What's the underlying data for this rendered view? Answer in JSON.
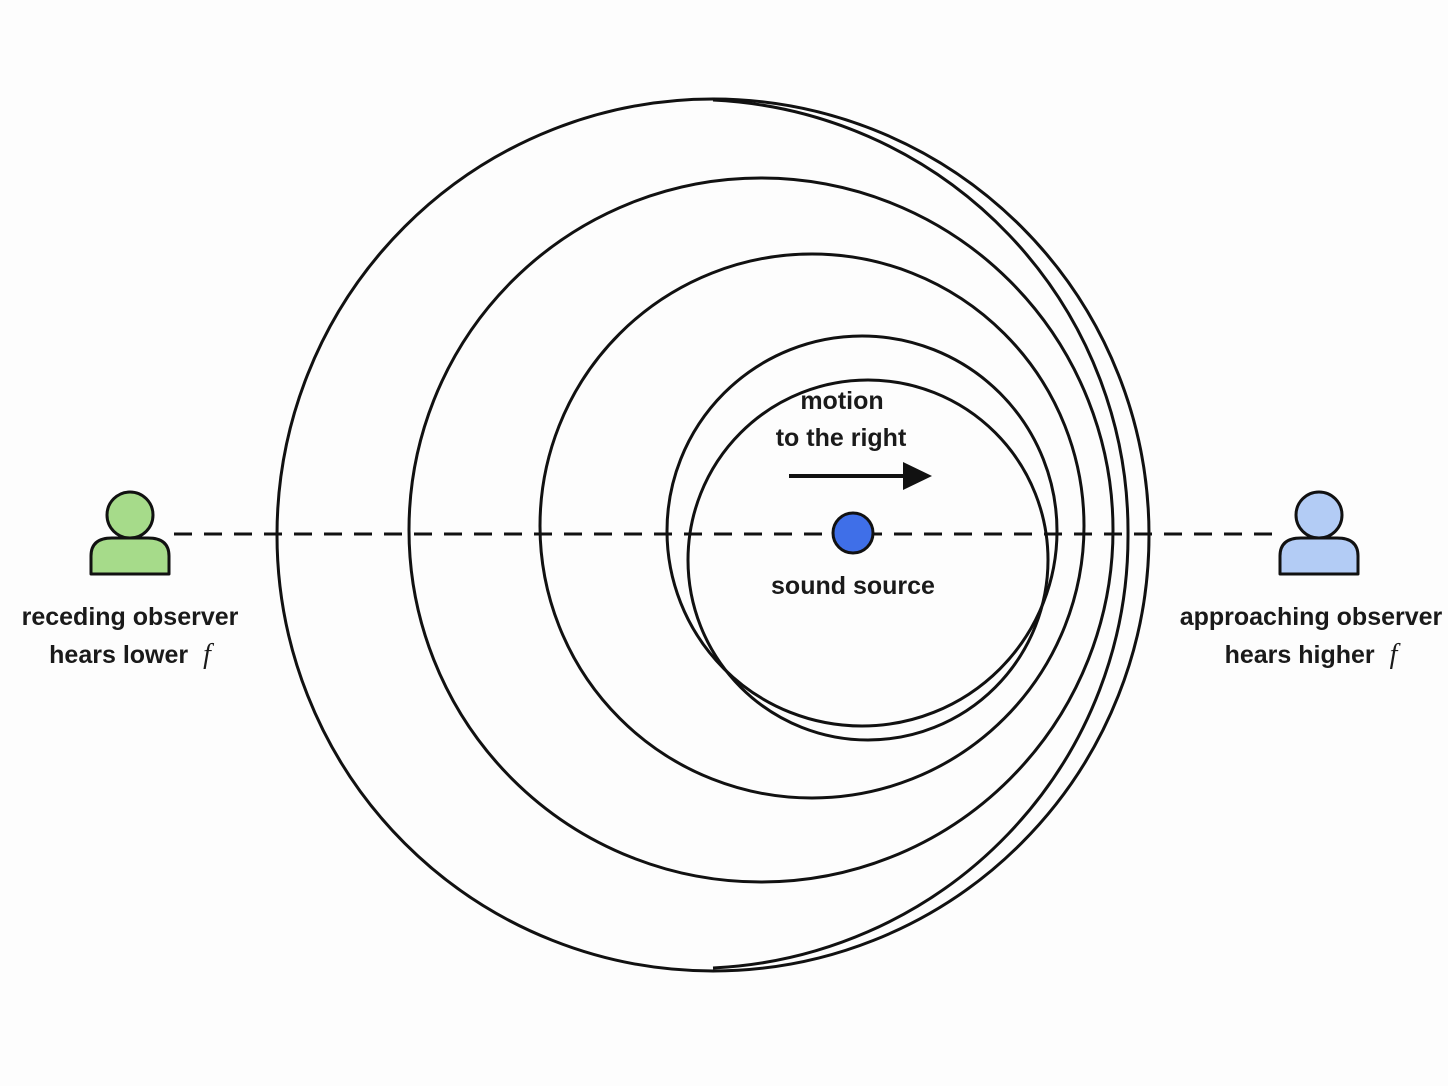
{
  "labels": {
    "motion_line1": "motion",
    "motion_line2": "to the right",
    "source": "sound source",
    "receding_line1": "receding observer",
    "receding_line2": "hears lower",
    "approaching_line1": "approaching observer",
    "approaching_line2": "hears higher",
    "frequency_symbol": "f"
  },
  "colors": {
    "source": "#3f6fe8",
    "receding_observer": "#a6db8a",
    "approaching_observer": "#b3ccf5",
    "stroke": "#111111",
    "background": "#fdfdfd"
  },
  "icons": {
    "receding_observer": "person-icon",
    "approaching_observer": "person-icon",
    "motion_arrow": "arrow-right-icon"
  }
}
